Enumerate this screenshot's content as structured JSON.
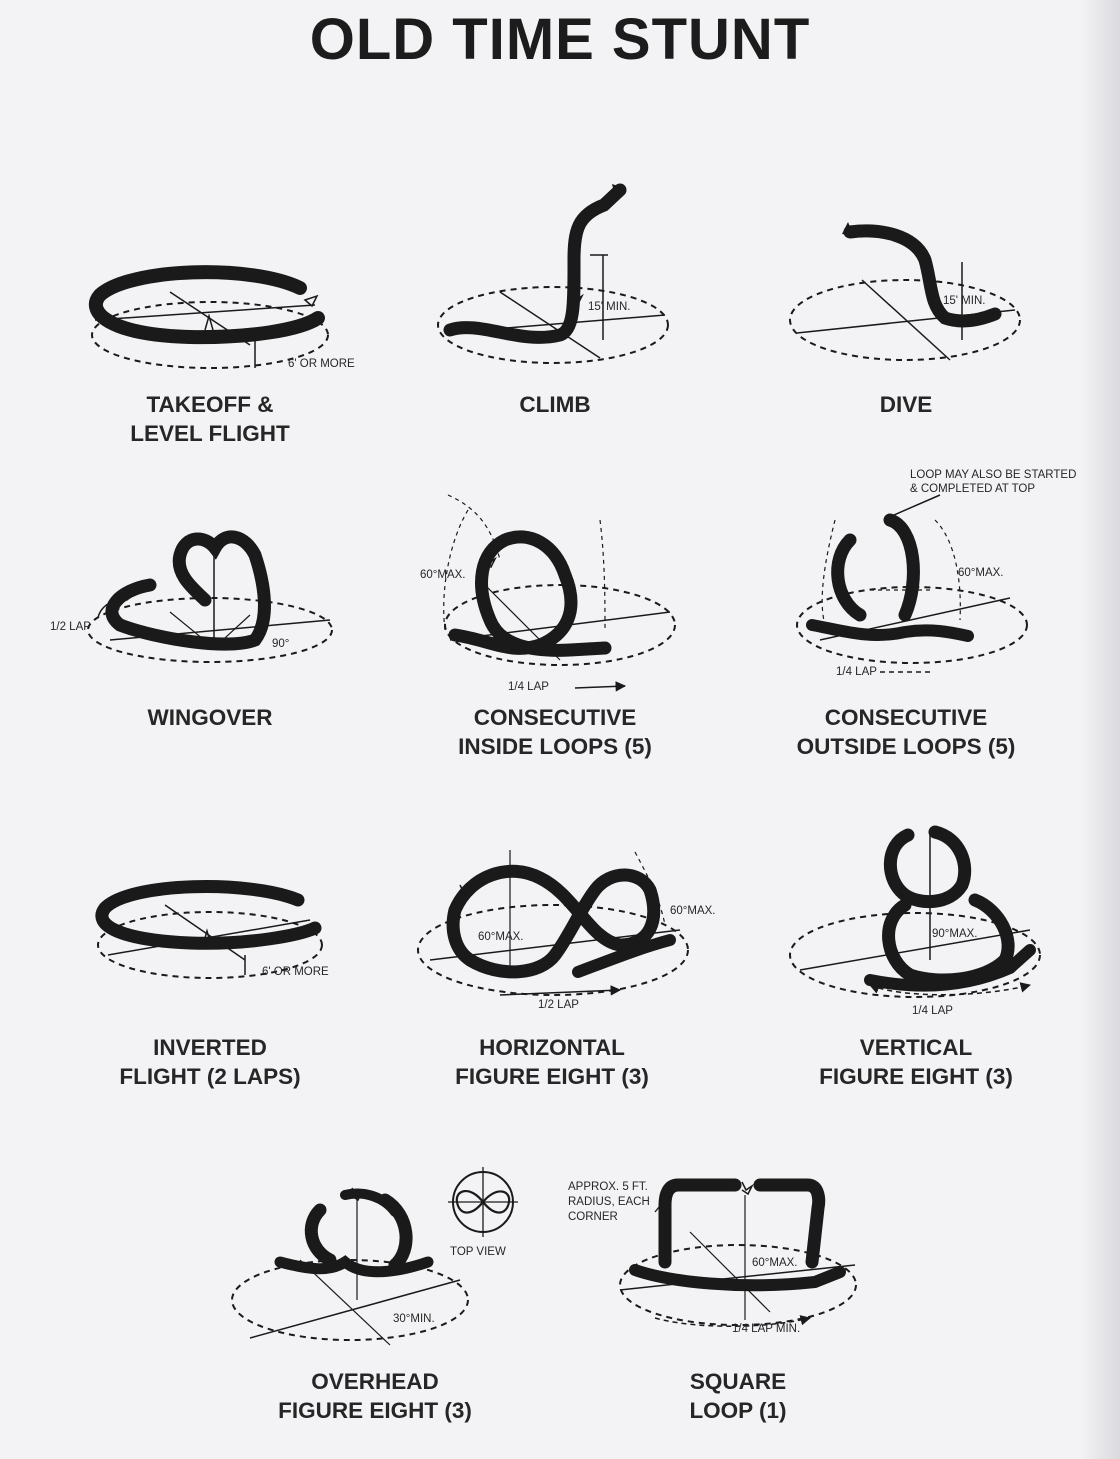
{
  "title": "OLD TIME STUNT",
  "maneuvers": [
    {
      "id": "takeoff",
      "caption": [
        "TAKEOFF &",
        "LEVEL FLIGHT"
      ],
      "notes": [
        "6' OR MORE"
      ]
    },
    {
      "id": "climb",
      "caption": [
        "CLIMB"
      ],
      "notes": [
        "15' MIN."
      ]
    },
    {
      "id": "dive",
      "caption": [
        "DIVE"
      ],
      "notes": [
        "15' MIN."
      ]
    },
    {
      "id": "wingover",
      "caption": [
        "WINGOVER"
      ],
      "notes": [
        "1/2 LAP",
        "90°"
      ]
    },
    {
      "id": "inside_loops",
      "caption": [
        "CONSECUTIVE",
        "INSIDE LOOPS (5)"
      ],
      "notes": [
        "60°MAX.",
        "1/4 LAP"
      ]
    },
    {
      "id": "outside_loops",
      "caption": [
        "CONSECUTIVE",
        "OUTSIDE LOOPS (5)"
      ],
      "notes": [
        "LOOP MAY ALSO BE STARTED",
        "& COMPLETED AT TOP",
        "60°MAX.",
        "1/4 LAP"
      ]
    },
    {
      "id": "inverted",
      "caption": [
        "INVERTED",
        "FLIGHT (2 LAPS)"
      ],
      "notes": [
        "6' OR MORE"
      ]
    },
    {
      "id": "horizontal_eight",
      "caption": [
        "HORIZONTAL",
        "FIGURE EIGHT (3)"
      ],
      "notes": [
        "60°MAX.",
        "60°MAX.",
        "1/2 LAP"
      ]
    },
    {
      "id": "vertical_eight",
      "caption": [
        "VERTICAL",
        "FIGURE EIGHT (3)"
      ],
      "notes": [
        "90°MAX.",
        "1/4 LAP"
      ]
    },
    {
      "id": "overhead_eight",
      "caption": [
        "OVERHEAD",
        "FIGURE EIGHT (3)"
      ],
      "notes": [
        "TOP VIEW",
        "30°MIN."
      ]
    },
    {
      "id": "square_loop",
      "caption": [
        "SQUARE",
        "LOOP (1)"
      ],
      "notes": [
        "APPROX. 5 FT.",
        "RADIUS, EACH",
        "CORNER",
        "60°MAX.",
        "1/4 LAP MIN."
      ]
    }
  ],
  "colors": {
    "ink": "#1a1a1a",
    "paper": "#f3f3f5"
  }
}
